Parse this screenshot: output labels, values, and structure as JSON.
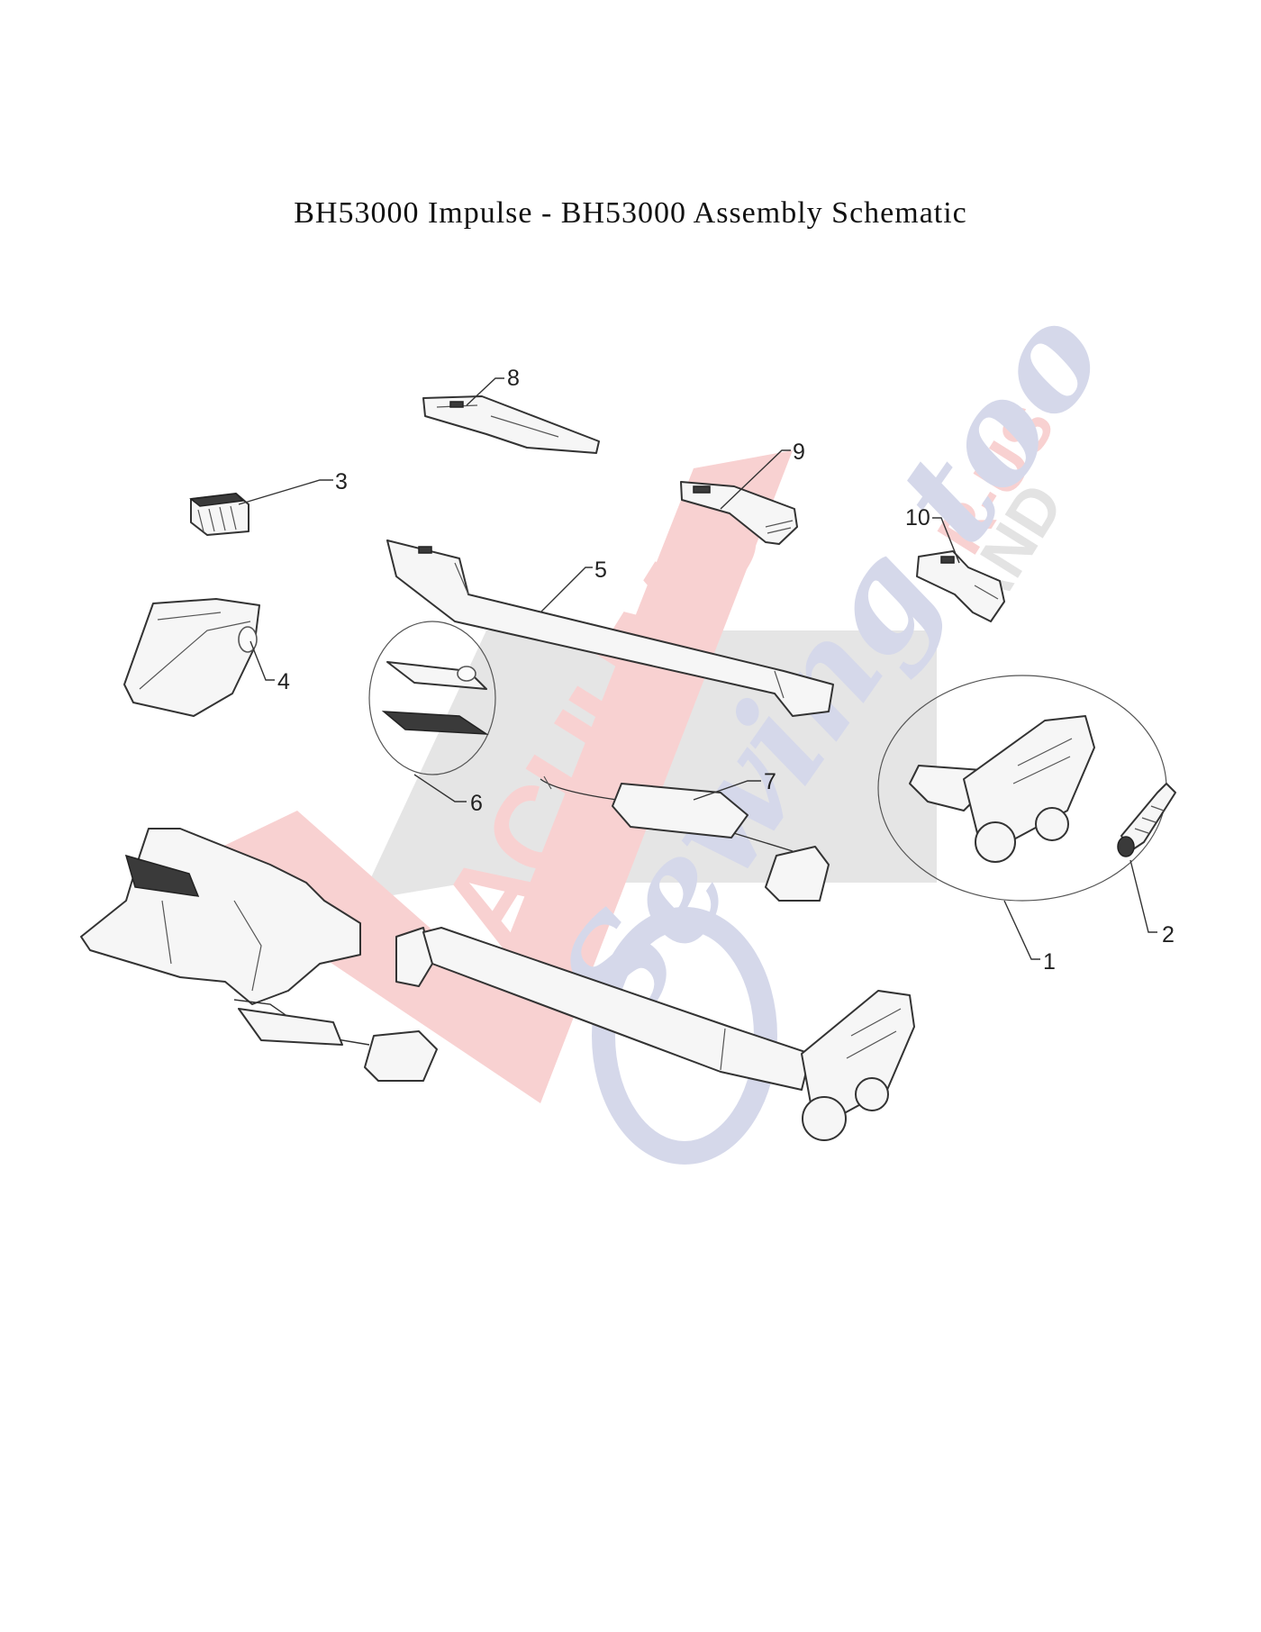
{
  "title": "BH53000 Impulse - BH53000 Assembly Schematic",
  "callouts": [
    "1",
    "2",
    "3",
    "4",
    "5",
    "6",
    "7",
    "8",
    "9",
    "10"
  ],
  "watermark": {
    "main_text": "VACUUMS",
    "corner_text": "R-US",
    "and_text": "AND",
    "script_text": "Sewing too",
    "colors": {
      "red": "#e03030",
      "gray": "#9a9a9a",
      "blue": "#4050a0"
    }
  }
}
